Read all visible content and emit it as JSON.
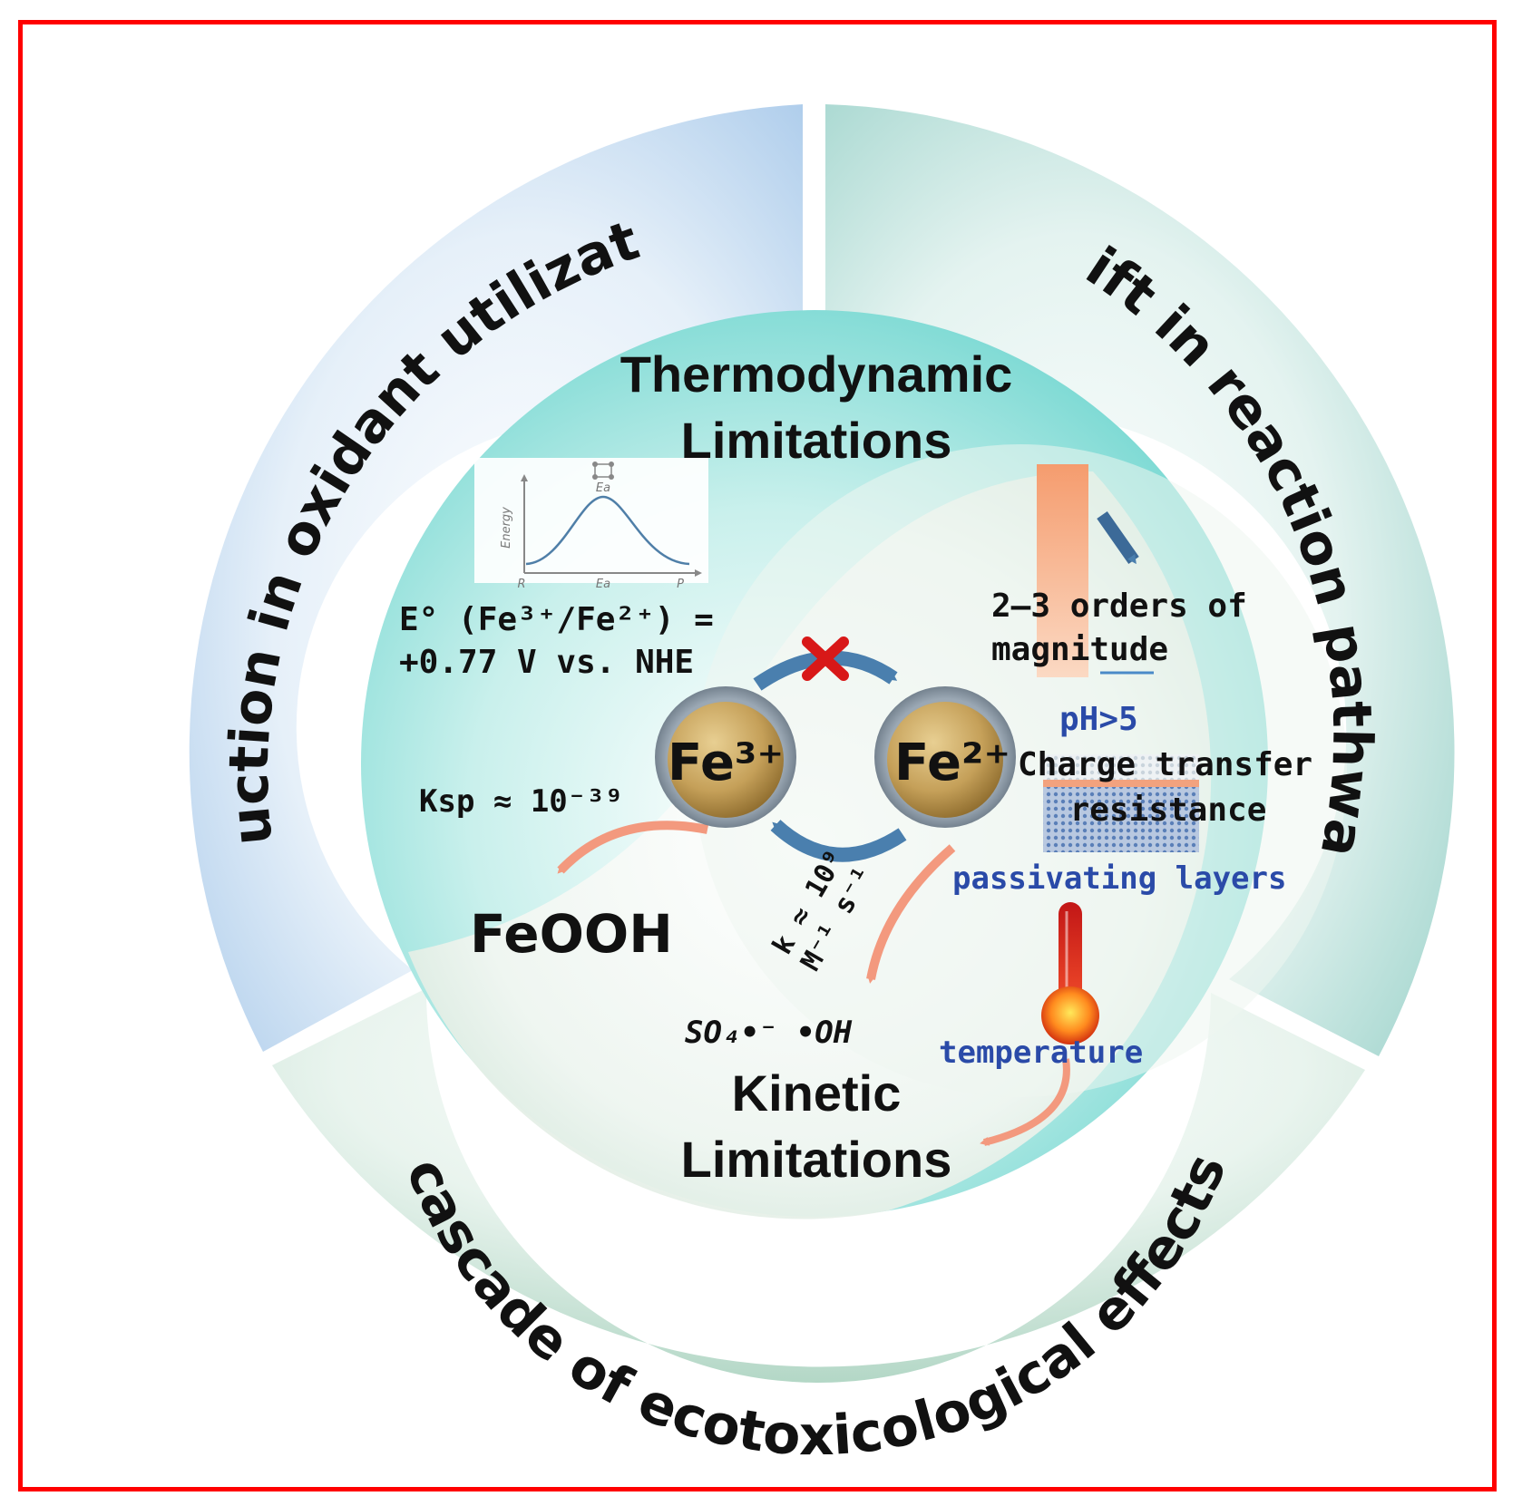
{
  "outer_ring": {
    "left": "reduction in oxidant utilization",
    "right": "shift in reaction pathways",
    "bottom": "cascade of ecotoxicological effects"
  },
  "thermo": {
    "title_line1": "Thermodynamic",
    "title_line2": "Limitations",
    "potential_line1": "E° (Fe³⁺/Fe²⁺)  =",
    "potential_line2": "+0.77 V vs. NHE",
    "ksp": "Ksp ≈ 10⁻³⁹",
    "product": "FeOOH"
  },
  "kinetic": {
    "title_line1": "Kinetic",
    "title_line2": "Limitations",
    "rate_line1": "k ≈ 10⁹",
    "rate_line2": "M⁻¹ s⁻¹",
    "radicals": "SO₄•⁻  •OH",
    "orders_line1": "2–3 orders of",
    "orders_line2": "magnitude",
    "ph": "pH>5",
    "charge_line1": "Charge transfer",
    "charge_line2": "resistance",
    "passivating": "passivating layers",
    "temperature": "temperature"
  },
  "ions": {
    "fe3": "Fe³⁺",
    "fe2": "Fe²⁺"
  },
  "energy_plot": {
    "ylabel": "Energy",
    "peak_label": "Ea",
    "x_start": "R",
    "x_mid": "Ea",
    "x_end": "P"
  },
  "colors": {
    "frame": "#ff0000",
    "blue_ring": "#bcd6ee",
    "teal_ring": "#b4ded8",
    "sage_ring": "#c4e0d4",
    "inner_teal": "#8ee0da",
    "arrow_blue": "#4a7fae",
    "arrow_salmon": "#f3997e",
    "cross": "#d81818",
    "highlight_text": "#2a4aa8"
  }
}
